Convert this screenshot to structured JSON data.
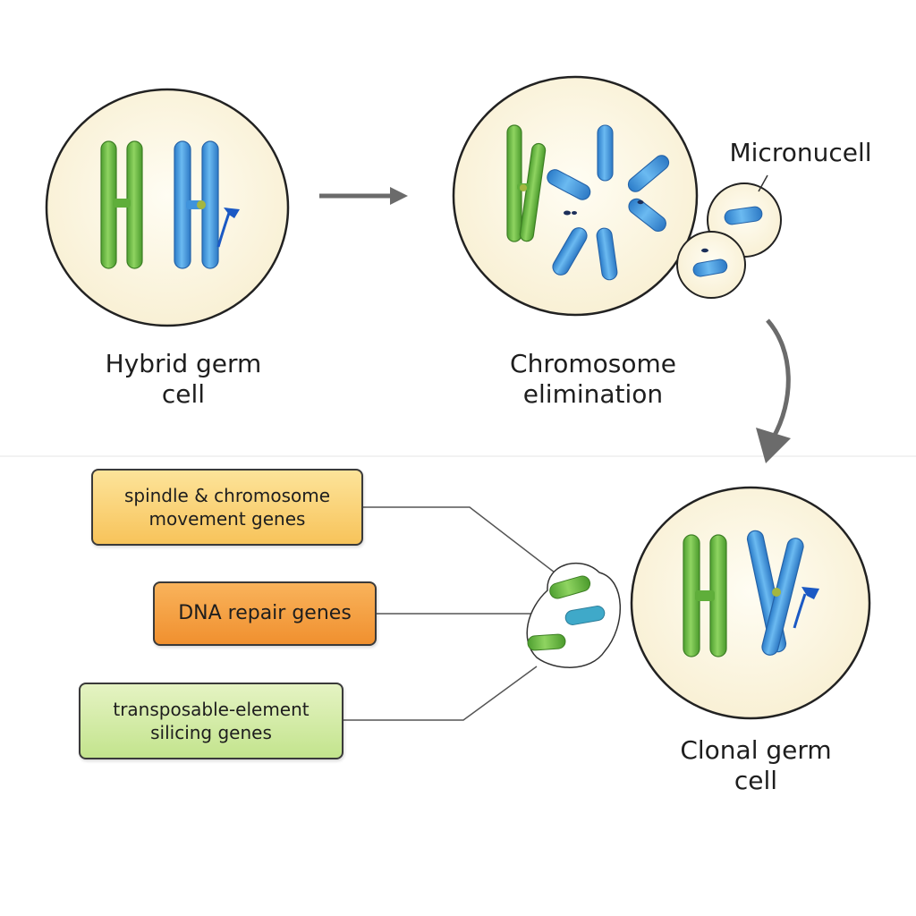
{
  "labels": {
    "hybrid_germ_cell": [
      "Hybrid germ",
      "cell"
    ],
    "chromosome_elimination": [
      "Chromosome",
      "elimination"
    ],
    "micronucell": "Micronucell",
    "clonal_germ_cell": [
      "Clonal germ",
      "cell"
    ]
  },
  "gene_boxes": [
    {
      "lines": [
        "spindle & chromosome",
        "movement genes"
      ]
    },
    {
      "lines": [
        "DNA repair genes"
      ]
    },
    {
      "lines": [
        "transposable-element",
        "silicing genes"
      ]
    }
  ],
  "colors": {
    "green_chromosome": "#6cc04a",
    "blue_chromosome": "#4aa3e6",
    "cell_fill": "#fdf8e6",
    "cell_outline": "#222222",
    "arrow": "#6b6b6b",
    "box_spindle": "#f9cf6e",
    "box_dna": "#f4a03f",
    "box_transposable": "#d2eba5"
  }
}
